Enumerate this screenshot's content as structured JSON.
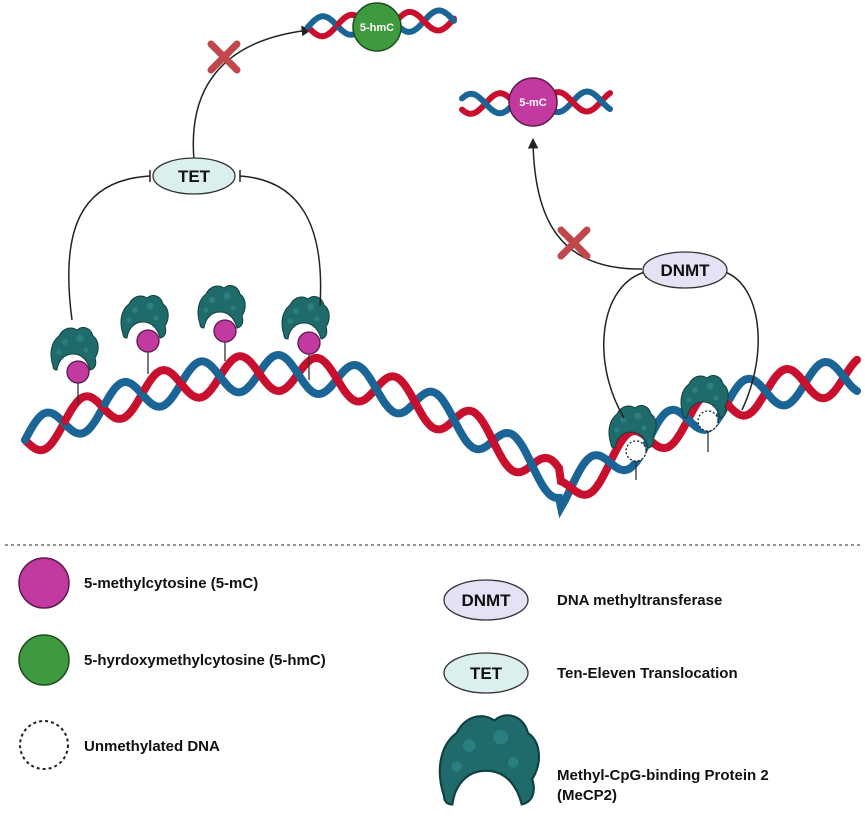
{
  "colors": {
    "strand_red": "#c8102e",
    "strand_blue": "#1a6496",
    "methyl": "#c2399f",
    "hydroxymethyl": "#3f9a3f",
    "mecp2": "#1f6b6b",
    "dnmt_fill": "#e4e2f5",
    "tet_fill": "#dbf0ee",
    "inhibit_x": "#c0474a"
  },
  "diagram": {
    "tet_label": "TET",
    "dnmt_label": "DNMT",
    "top_5hmc_label": "5-hmC",
    "top_5mc_label": "5-mC"
  },
  "legend": {
    "methylcytosine": "5-methylcytosine (5-mC)",
    "hydroxymethylcytosine": "5-hyrdoxymethylcytosine (5-hmC)",
    "unmethylated": "Unmethylated DNA",
    "dnmt_icon_label": "DNMT",
    "dnmt_desc": "DNA methyltransferase",
    "tet_icon_label": "TET",
    "tet_desc": "Ten-Eleven Translocation",
    "mecp2_line1": "Methyl-CpG-binding Protein 2",
    "mecp2_line2": "(MeCP2)"
  }
}
